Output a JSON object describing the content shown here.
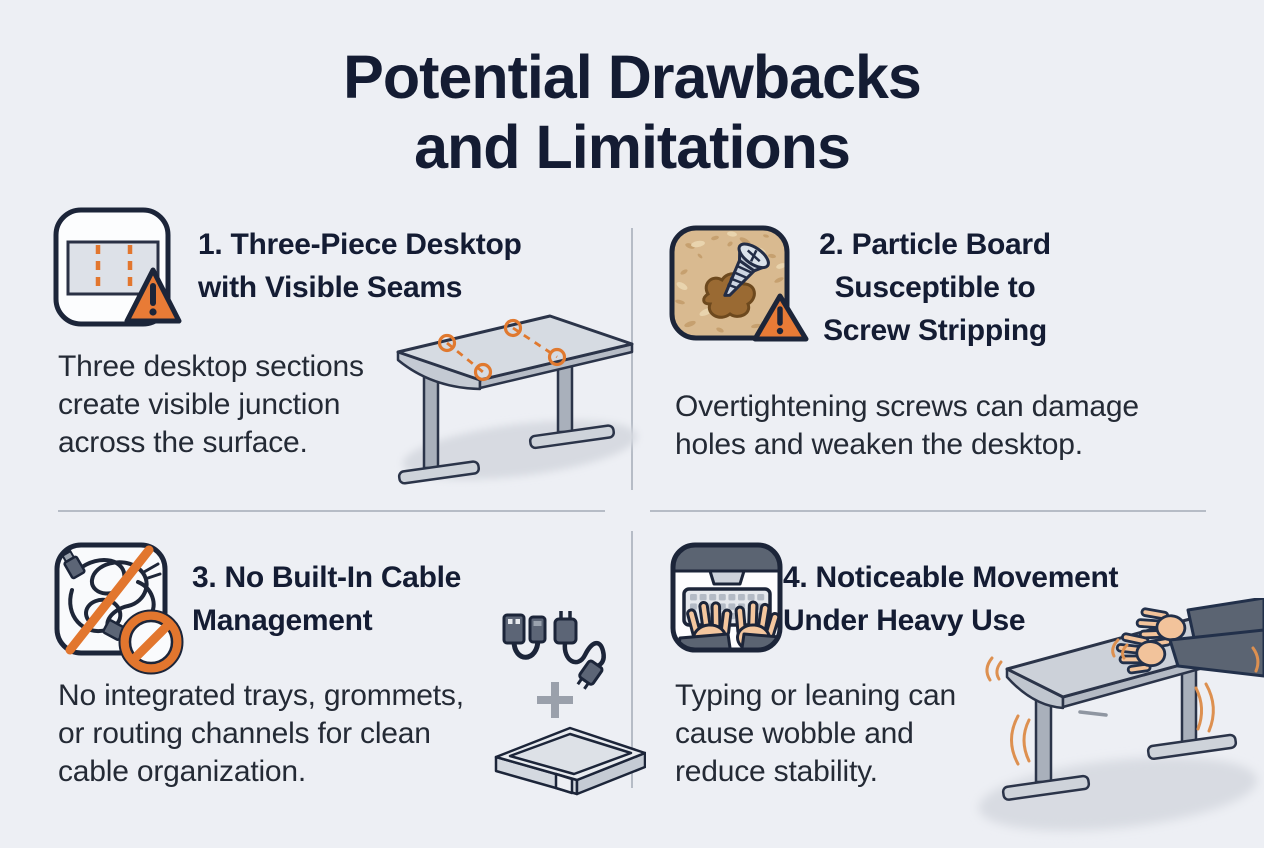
{
  "title": {
    "line1": "Potential Drawbacks",
    "line2": "and Limitations"
  },
  "colors": {
    "background": "#edeff4",
    "heading_navy": "#141c33",
    "body_gray": "#242a35",
    "accent_orange": "#e2762e",
    "warning_orange": "#e87b36",
    "divider_gray": "#b6bcc6",
    "desk_top_gray": "#d6dbe2",
    "dark_slate": "#5b6472",
    "particle_board_tan": "#d9ba90",
    "stripped_hole_brown": "#9a6a33",
    "skin_tone": "#f3c69e"
  },
  "sections": [
    {
      "number": "1",
      "icon": "desktop-seams-warning-icon",
      "heading_lines": [
        "1. Three-Piece Desktop",
        "with Visible Seams"
      ],
      "body_lines": [
        "Three desktop sections",
        "create visible junction",
        "across the surface."
      ],
      "illustration": "desk-with-seam-markers-illustration"
    },
    {
      "number": "2",
      "icon": "particle-board-screw-warning-icon",
      "heading_lines": [
        "2. Particle Board",
        "Susceptible to",
        "Screw Stripping"
      ],
      "body_lines": [
        "Overtightening screws can damage",
        "holes and weaken the desktop."
      ]
    },
    {
      "number": "3",
      "icon": "tangled-cables-prohibited-icon",
      "heading_lines": [
        "3. No Built-In Cable",
        "Management"
      ],
      "body_lines": [
        "No integrated trays, grommets,",
        "or routing channels for clean",
        "cable organization."
      ],
      "illustration": "cables-plus-tray-illustration"
    },
    {
      "number": "4",
      "icon": "typing-hands-keyboard-icon",
      "heading_lines": [
        "4. Noticeable Movement",
        "Under Heavy Use"
      ],
      "body_lines": [
        "Typing or leaning can",
        "cause wobble and",
        "reduce stability."
      ],
      "illustration": "wobbling-desk-illustration"
    }
  ]
}
